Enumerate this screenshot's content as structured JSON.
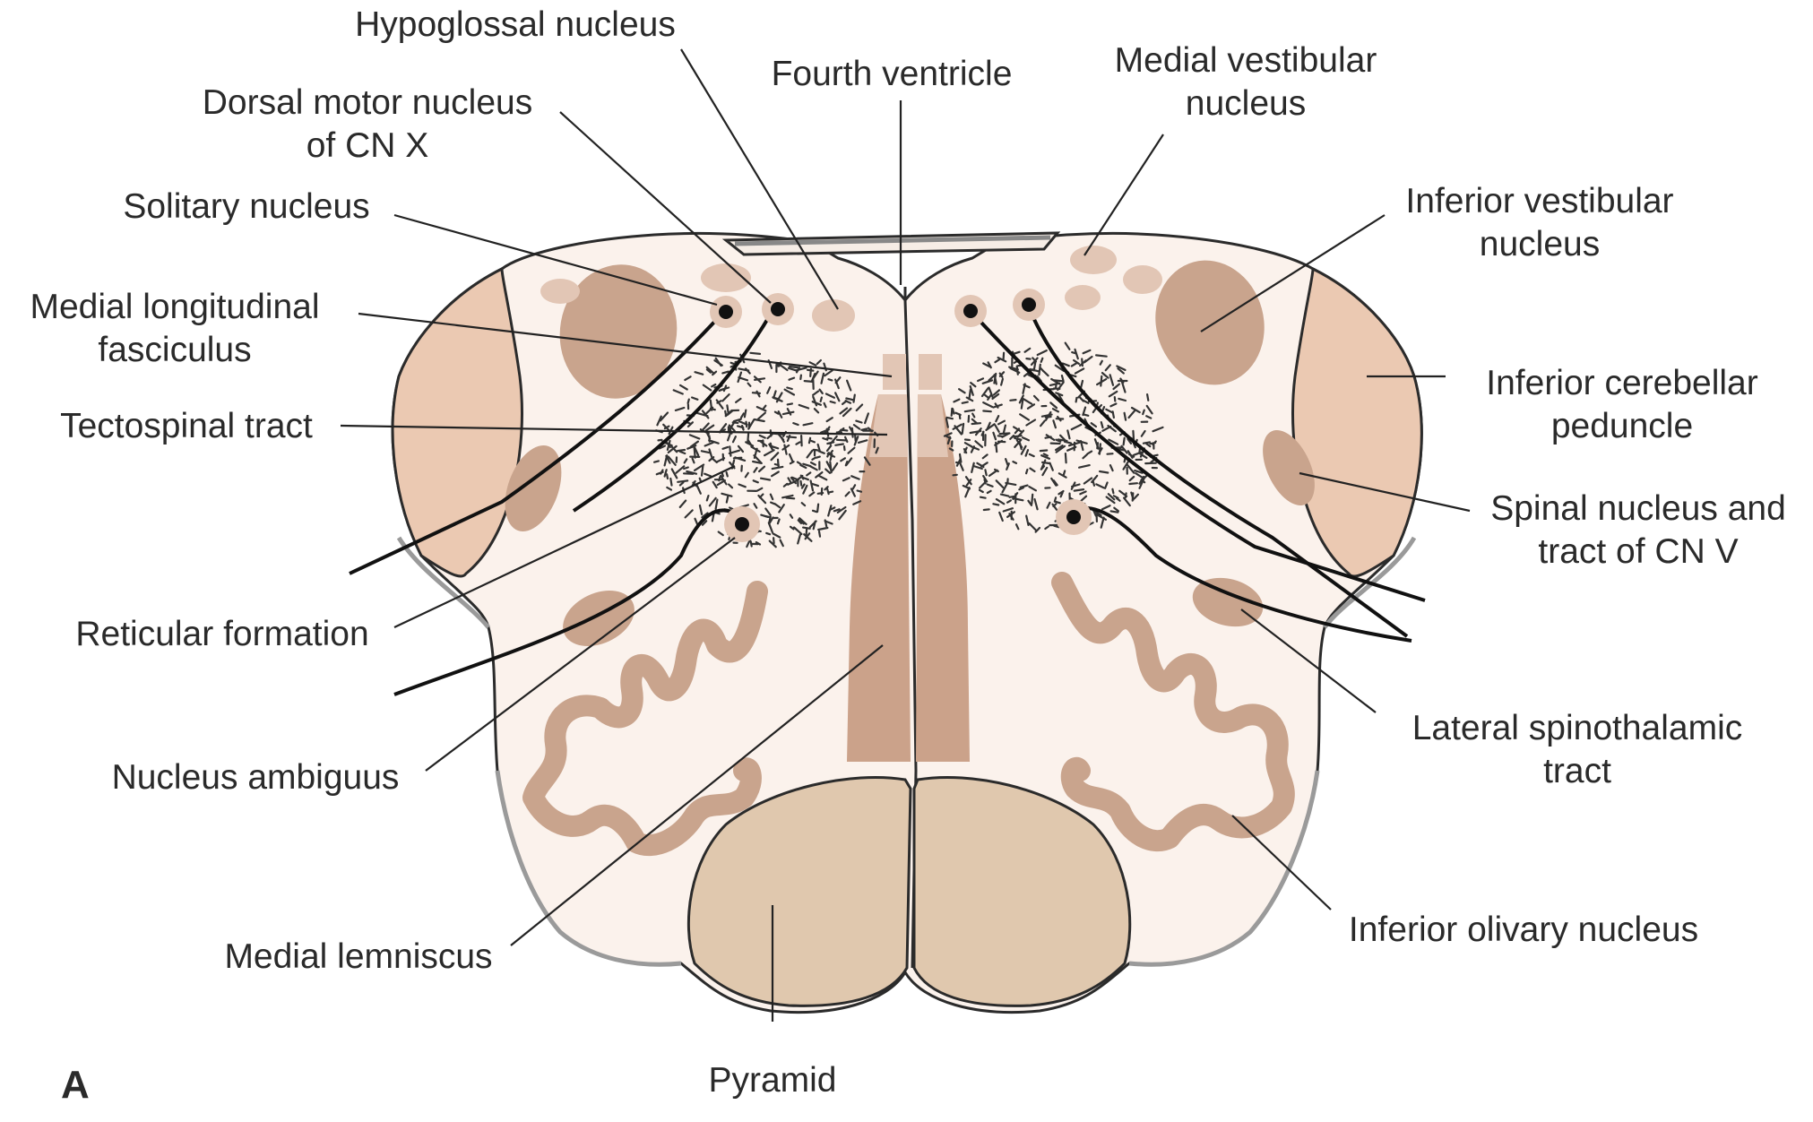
{
  "figure": {
    "panel_label": "A",
    "labels": {
      "hypoglossal_nucleus": "Hypoglossal nucleus",
      "fourth_ventricle": "Fourth ventricle",
      "medial_vestibular_nucleus": [
        "Medial vestibular",
        "nucleus"
      ],
      "dorsal_motor_nucleus": [
        "Dorsal motor nucleus",
        "of CN X"
      ],
      "solitary_nucleus": "Solitary nucleus",
      "inferior_vestibular_nucleus": [
        "Inferior vestibular",
        "nucleus"
      ],
      "medial_longitudinal_fasciculus": [
        "Medial longitudinal",
        "fasciculus"
      ],
      "inferior_cerebellar_peduncle": [
        "Inferior cerebellar",
        "peduncle"
      ],
      "tectospinal_tract": "Tectospinal tract",
      "spinal_nucleus_cn_v": [
        "Spinal nucleus and",
        "tract of CN V"
      ],
      "reticular_formation": "Reticular formation",
      "lateral_spinothalamic_tract": [
        "Lateral spinothalamic",
        "tract"
      ],
      "nucleus_ambiguus": "Nucleus ambiguus",
      "inferior_olivary_nucleus": "Inferior olivary nucleus",
      "medial_lemniscus": "Medial lemniscus",
      "pyramid": "Pyramid"
    }
  }
}
